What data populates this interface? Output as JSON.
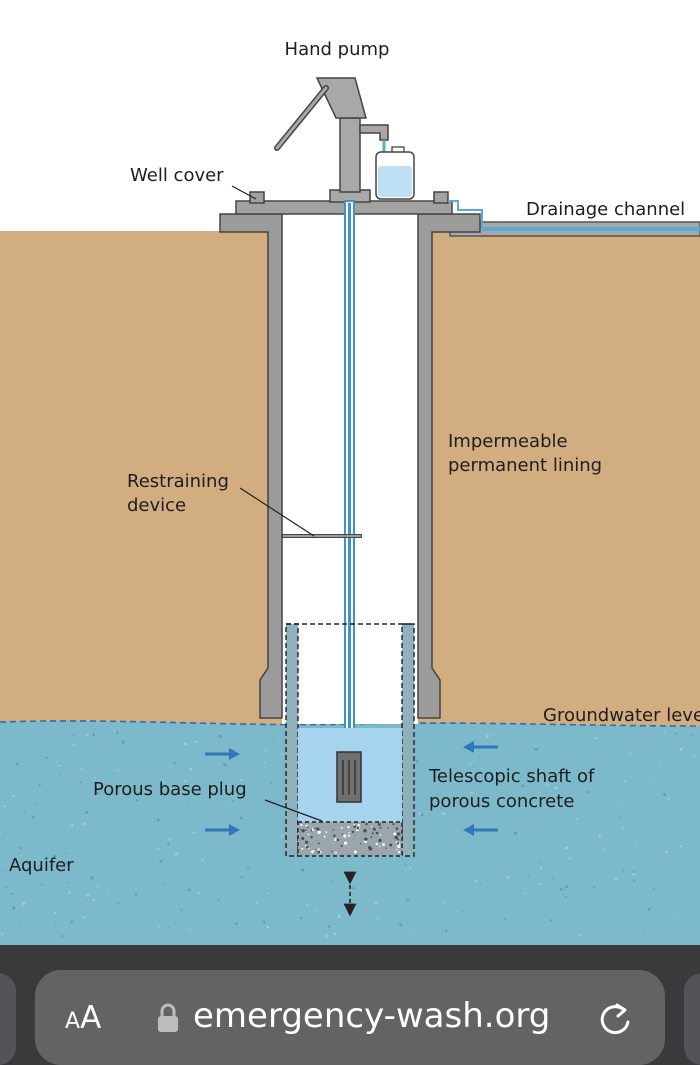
{
  "diagram": {
    "labels": {
      "hand_pump": "Hand pump",
      "well_cover": "Well cover",
      "drainage_channel": "Drainage channel",
      "lining_line1": "Impermeable",
      "lining_line2": "permanent lining",
      "restraining_line1": "Restraining",
      "restraining_line2": "device",
      "groundwater_level": "Groundwater level",
      "porous_base_plug": "Porous base plug",
      "shaft_line1": "Telescopic shaft of",
      "shaft_line2": "porous concrete",
      "aquifer": "Aquifer"
    },
    "colors": {
      "soil": "#d2ad80",
      "aquifer": "#7bb9cb",
      "well_water": "#a6d3ee",
      "concrete": "#9c9c9c",
      "pipe": "#3e93c9",
      "arrows": "#2f78bd"
    }
  },
  "browser": {
    "reader_small": "A",
    "reader_large": "A",
    "url": "emergency-wash.org",
    "icons": {
      "lock": "lock-icon",
      "reload": "reload-icon"
    }
  }
}
